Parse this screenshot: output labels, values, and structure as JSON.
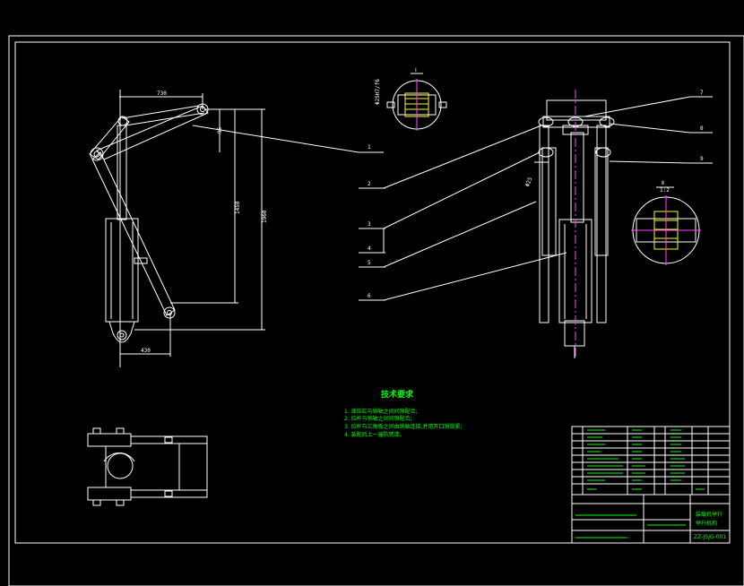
{
  "drawing": {
    "front_view": {
      "dimensions": [
        "730",
        "1450",
        "1960",
        "430",
        "95"
      ]
    },
    "side_view": {
      "part_numbers": [
        "1",
        "2",
        "3",
        "4",
        "5",
        "6",
        "7",
        "8",
        "9"
      ]
    },
    "detail_views": {
      "top_detail_label": "Ⅰ",
      "top_detail_scale": "Φ25H7/f6",
      "right_detail_label": "Ⅱ",
      "right_detail_scale": "1:2"
    },
    "technical_requirements": {
      "title": "技术要求",
      "items": [
        "1. 液压缸与销轴之间间隙配合;",
        "2. 拉杆与销轴之间间隙配合;",
        "3. 拉杆与三角板之间由销轴连接,并用开口销锁紧;",
        "4. 装配后上一遍防锈漆。"
      ]
    },
    "title_block": {
      "drawing_title_line1": "装载机举升",
      "drawing_title_line2": "举升机构",
      "drawing_number": "ZZ-JSJG-001"
    },
    "colors": {
      "background": "#000000",
      "lines": "#ffffff",
      "text": "#00ff00",
      "leader": "#ffffff",
      "accent": "#ff44ff",
      "hatch": "#ffff00"
    }
  }
}
